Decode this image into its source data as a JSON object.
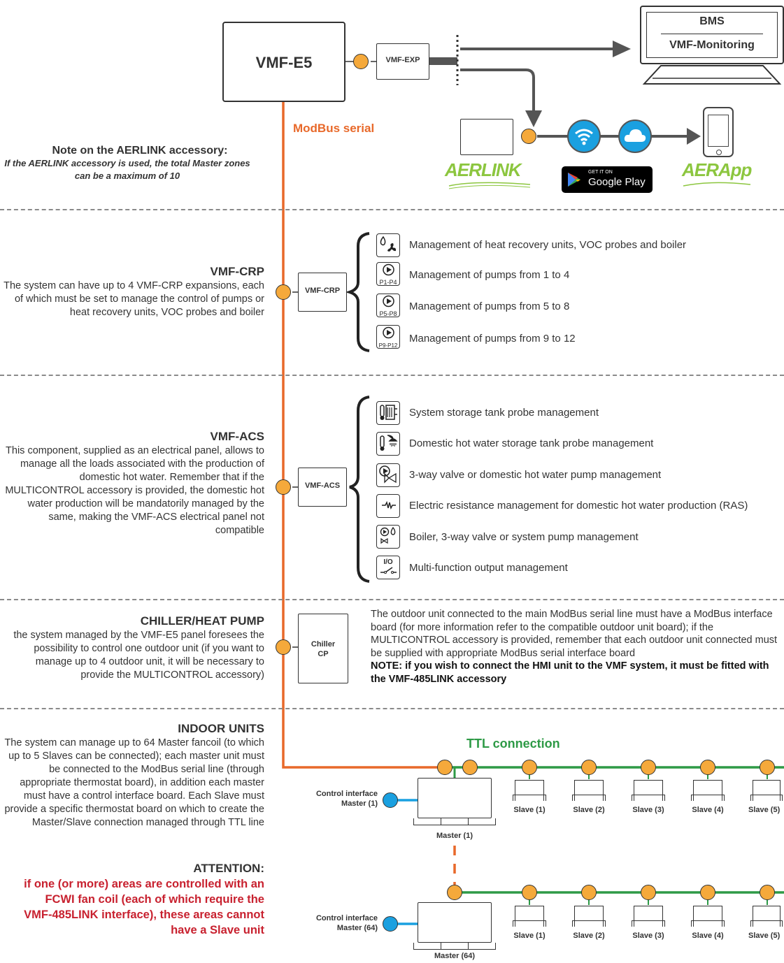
{
  "top": {
    "main_unit": "VMF-E5",
    "exp_unit": "VMF-EXP",
    "bms_title": "BMS",
    "bms_sub": "VMF-Monitoring",
    "modbus_label": "ModBus serial",
    "aerlink_logo": "AERLINK",
    "aerapp_logo": "AERApp",
    "google_small": "GET IT ON",
    "google_big": "Google Play"
  },
  "note": {
    "title": "Note on the AERLINK accessory:",
    "body": "If the AERLINK accessory is used, the total Master zones can be a maximum of 10"
  },
  "crp": {
    "title": "VMF-CRP",
    "body": "The system can have up to 4 VMF-CRP expansions, each of which must be set to manage the control of pumps or heat recovery units, VOC probes and boiler",
    "box": "VMF-CRP",
    "items": [
      {
        "icon": "flame-fan-icon",
        "label": "Management of heat recovery units, VOC probes and boiler",
        "tag": ""
      },
      {
        "icon": "pump-icon",
        "label": "Management of pumps from 1 to 4",
        "tag": "P1-P4"
      },
      {
        "icon": "pump-icon",
        "label": "Management of pumps from 5 to 8",
        "tag": "P5-P8"
      },
      {
        "icon": "pump-icon",
        "label": "Management of pumps from 9 to 12",
        "tag": "P9-P12"
      }
    ]
  },
  "acs": {
    "title": "VMF-ACS",
    "body": "This component, supplied as an electrical panel, allows to manage all the loads associated with the production of domestic hot water. Remember that if the MULTICONTROL accessory is provided, the domestic hot water production will be mandatorily managed by the same, making the VMF-ACS electrical panel not compatible",
    "box": "VMF-ACS",
    "items": [
      {
        "icon": "tank-probe-icon",
        "label": "System storage tank probe management"
      },
      {
        "icon": "shower-probe-icon",
        "label": "Domestic hot water storage tank probe management"
      },
      {
        "icon": "valve-pump-icon",
        "label": "3-way valve or domestic hot water pump management"
      },
      {
        "icon": "resistance-icon",
        "label": "Electric resistance management for domestic hot water production (RAS)"
      },
      {
        "icon": "boiler-valve-icon",
        "label": "Boiler, 3-way valve or system pump management"
      },
      {
        "icon": "io-switch-icon",
        "label": "Multi-function output management",
        "tag": "I/O"
      }
    ]
  },
  "chiller": {
    "title": "CHILLER/HEAT PUMP",
    "body": "the system managed by the VMF-E5 panel foresees the possibility to control one outdoor unit (if you want to manage up to 4 outdoor unit, it will be necessary to provide the MULTICONTROL accessory)",
    "box_line1": "Chiller",
    "box_line2": "CP",
    "right_text": "The outdoor unit connected to the main ModBus serial line must have a ModBus interface board (for more information refer to the compatible outdoor unit board); if the MULTICONTROL accessory is provided, remember that each outdoor unit connected must be supplied with appropriate ModBus serial interface board",
    "right_note": "NOTE: if you wish to connect the HMI unit to the VMF system, it must be fitted with the VMF-485LINK accessory"
  },
  "indoor": {
    "title": "INDOOR UNITS",
    "body": "The system can manage up to 64 Master fancoil (to which up to 5 Slaves can be connected); each master unit must be connected to the ModBus serial line (through appropriate thermostat board), in addition each master must have a control interface board. Each Slave must provide a specific thermostat board on which to create the Master/Slave connection managed through TTL line",
    "ttl_label": "TTL connection",
    "row1": {
      "ctl1": "Control interface",
      "ctl2": "Master (1)",
      "master": "Master (1)"
    },
    "row2": {
      "ctl1": "Control interface",
      "ctl2": "Master (64)",
      "master": "Master (64)"
    },
    "slaves": [
      "Slave (1)",
      "Slave (2)",
      "Slave (3)",
      "Slave (4)",
      "Slave (5)"
    ]
  },
  "attention": {
    "title": "ATTENTION:",
    "body": "if one (or more) areas are controlled with an FCWI fan coil (each of which require the VMF-485LINK interface), these areas cannot have a Slave unit"
  },
  "colors": {
    "modbus": "#e8692a",
    "ttl": "#2e9a46",
    "dot": "#f5a93b",
    "interface": "#1aa0e0",
    "text": "#333333"
  }
}
